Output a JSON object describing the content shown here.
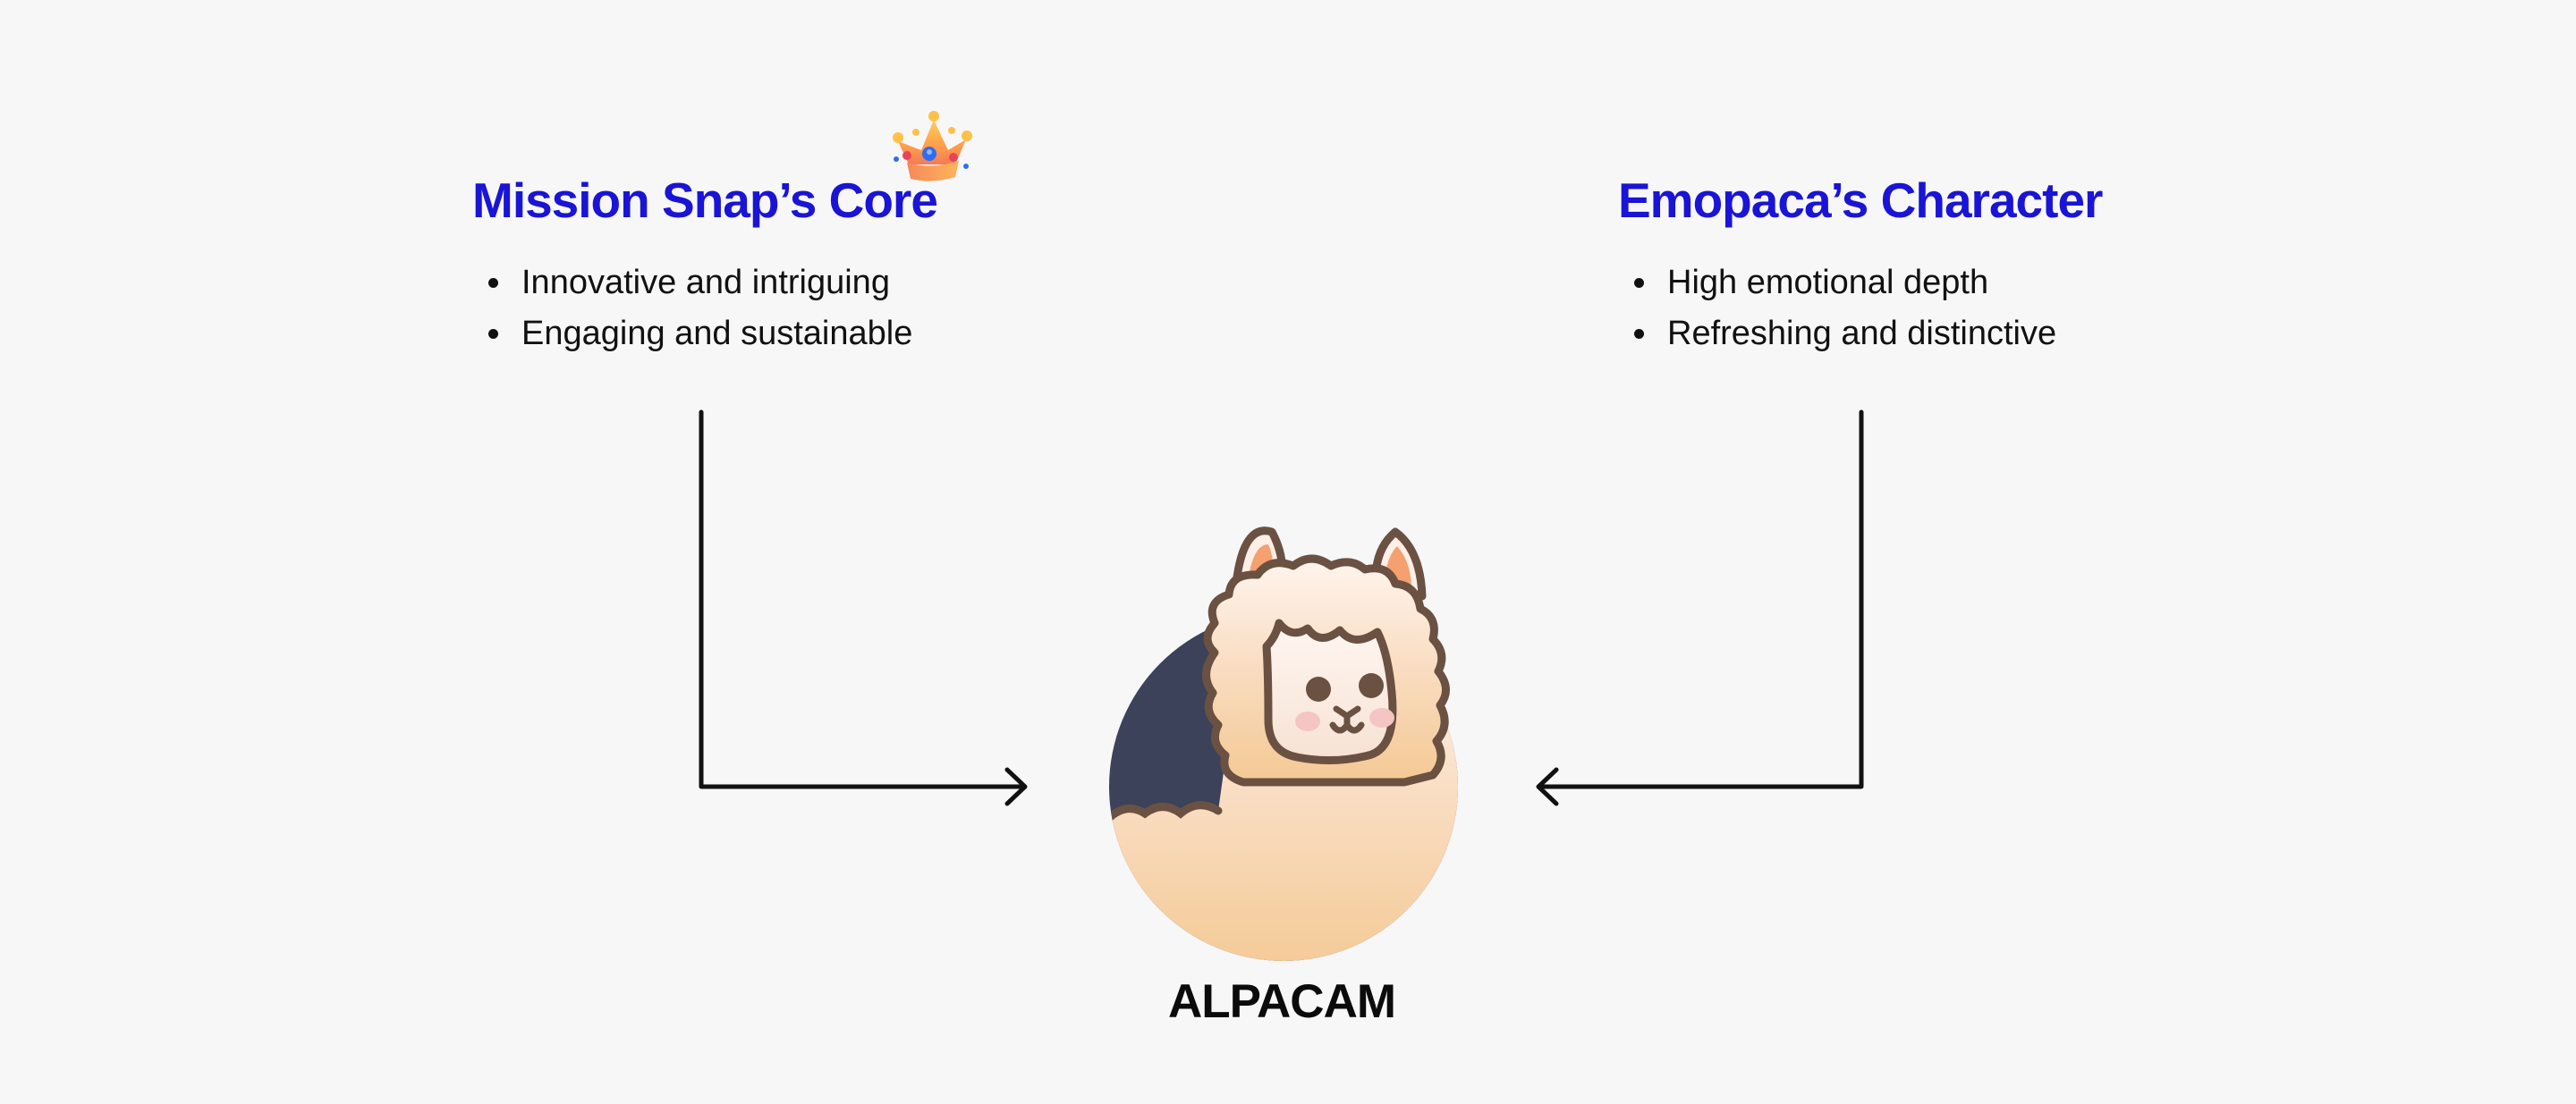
{
  "colors": {
    "heading": "#1a14d6",
    "background": "#f7f7f7",
    "arrow": "#111111",
    "alpaca_outline": "#6b5142",
    "alpaca_circle_dark": "#3b4259",
    "alpaca_fleece_top": "#fff5ee",
    "alpaca_fleece_bottom": "#f4c994",
    "alpaca_ear_inner": "#f4a06f",
    "alpaca_cheek": "#f4c5c2"
  },
  "left_block": {
    "heading": "Mission Snap’s Core",
    "items": [
      {
        "text": "Innovative and intriguing"
      },
      {
        "text": "Engaging and sustainable"
      }
    ]
  },
  "right_block": {
    "heading": "Emopaca’s Character",
    "items": [
      {
        "text": "High emotional depth"
      },
      {
        "text": "Refreshing and distinctive"
      }
    ]
  },
  "icons": {
    "crown": "crown-icon",
    "mascot": "alpaca-mascot-icon",
    "left_arrow": "arrow-right-icon",
    "right_arrow": "arrow-left-icon"
  },
  "mascot": {
    "caption": "ALPACAM"
  }
}
